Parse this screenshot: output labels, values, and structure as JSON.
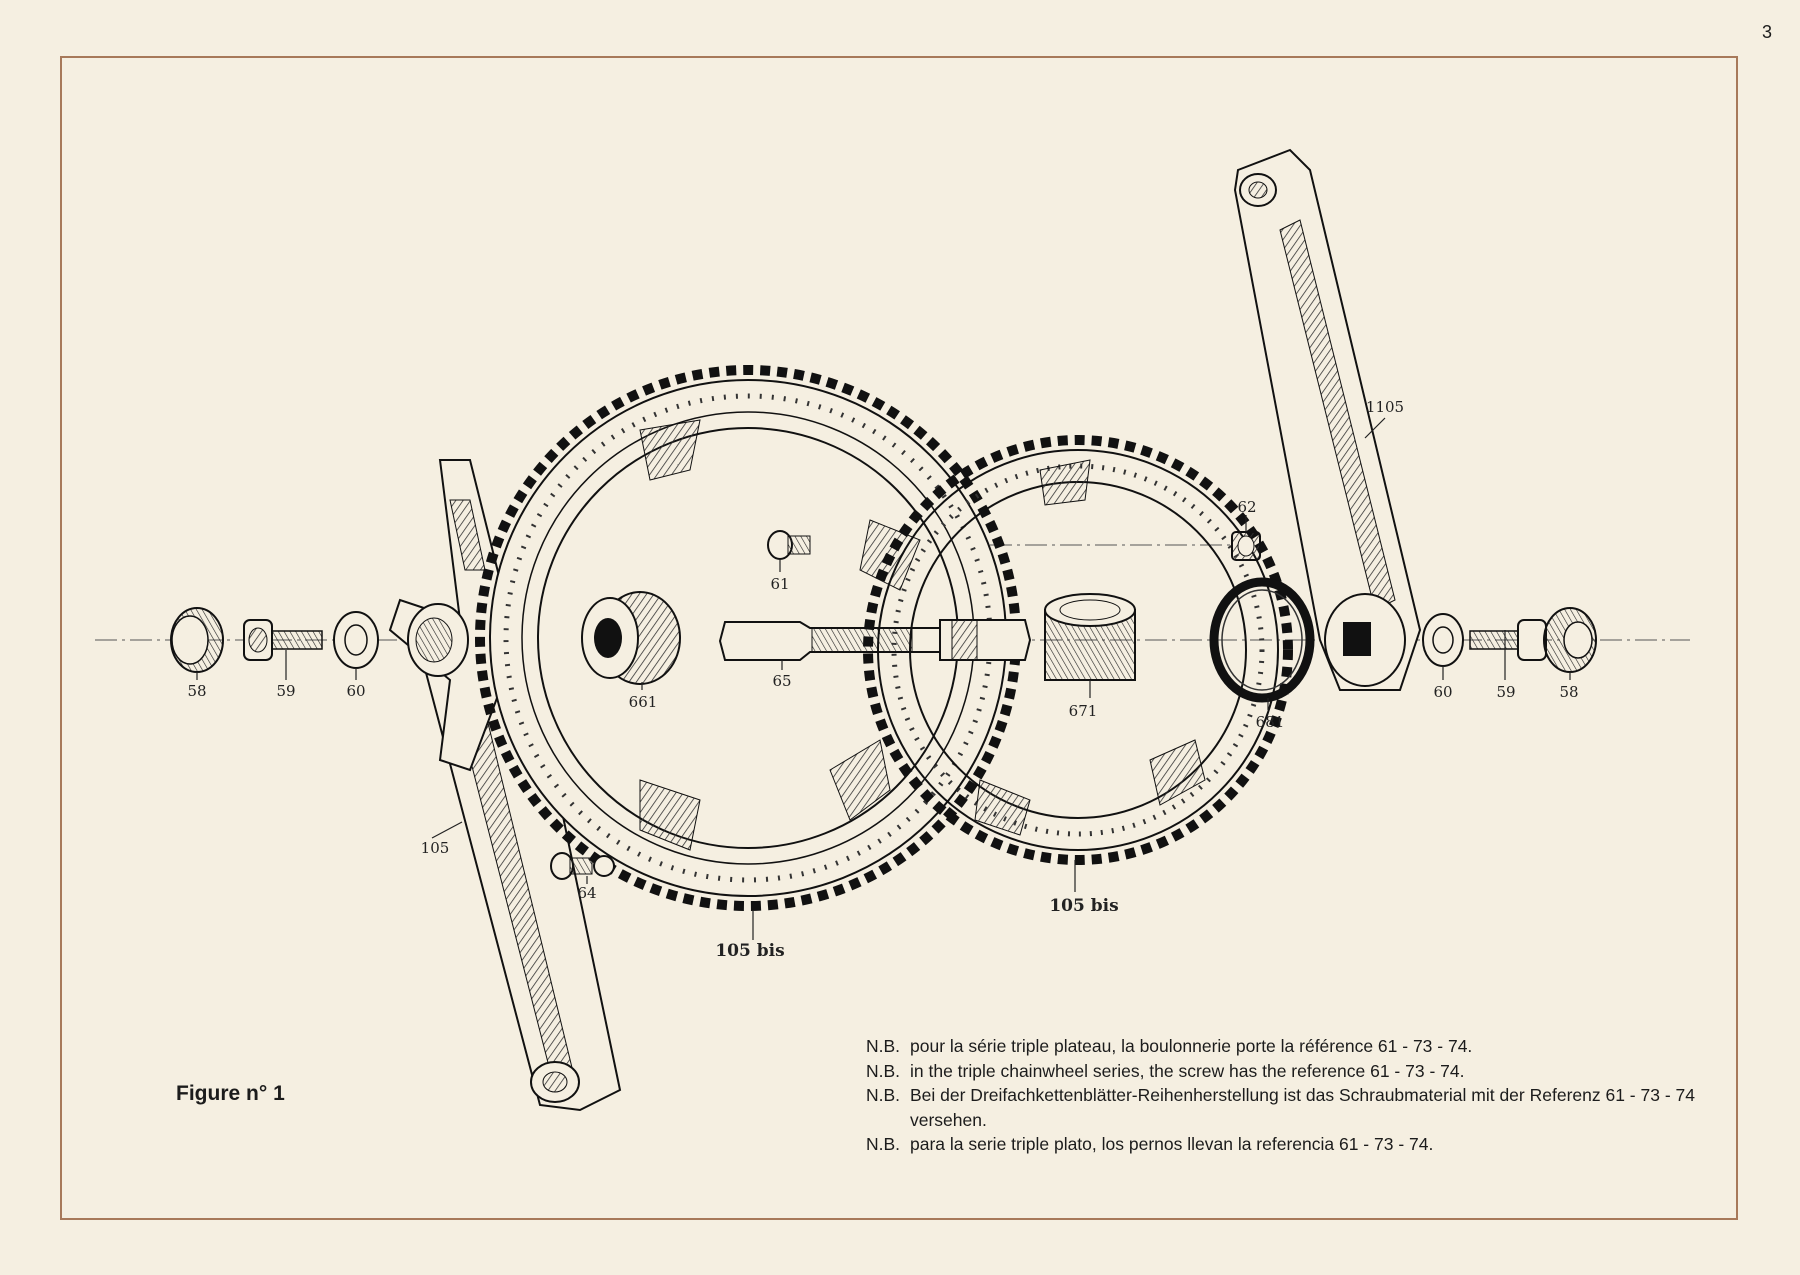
{
  "page_number": "3",
  "figure_caption": "Figure n° 1",
  "parts": {
    "p58_left": "58",
    "p59_left": "59",
    "p60_left": "60",
    "p661": "661",
    "p61": "61",
    "p65": "65",
    "p105": "105",
    "p64": "64",
    "p105bis_large": "105 bis",
    "p105bis_small": "105 bis",
    "p671": "671",
    "p681": "681",
    "p62": "62",
    "p1105": "1105",
    "p60_right": "60",
    "p59_right": "59",
    "p58_right": "58"
  },
  "notes": [
    {
      "prefix": "N.B.",
      "text": "pour la série triple plateau, la boulonnerie porte la référence 61 - 73 - 74."
    },
    {
      "prefix": "N.B.",
      "text": "in the triple chainwheel series, the screw has the reference 61 - 73 - 74."
    },
    {
      "prefix": "N.B.",
      "text": "Bei der Dreifachkettenblätter-Reihenherstellung ist das Schraubmaterial mit der Referenz 61 - 73 - 74 versehen."
    },
    {
      "prefix": "N.B.",
      "text": "para la serie triple plato, los pernos llevan la referencia 61 - 73 - 74."
    }
  ],
  "colors": {
    "paper": "#f5efe1",
    "frame": "#a7795a",
    "ink": "#1c1c1c"
  }
}
